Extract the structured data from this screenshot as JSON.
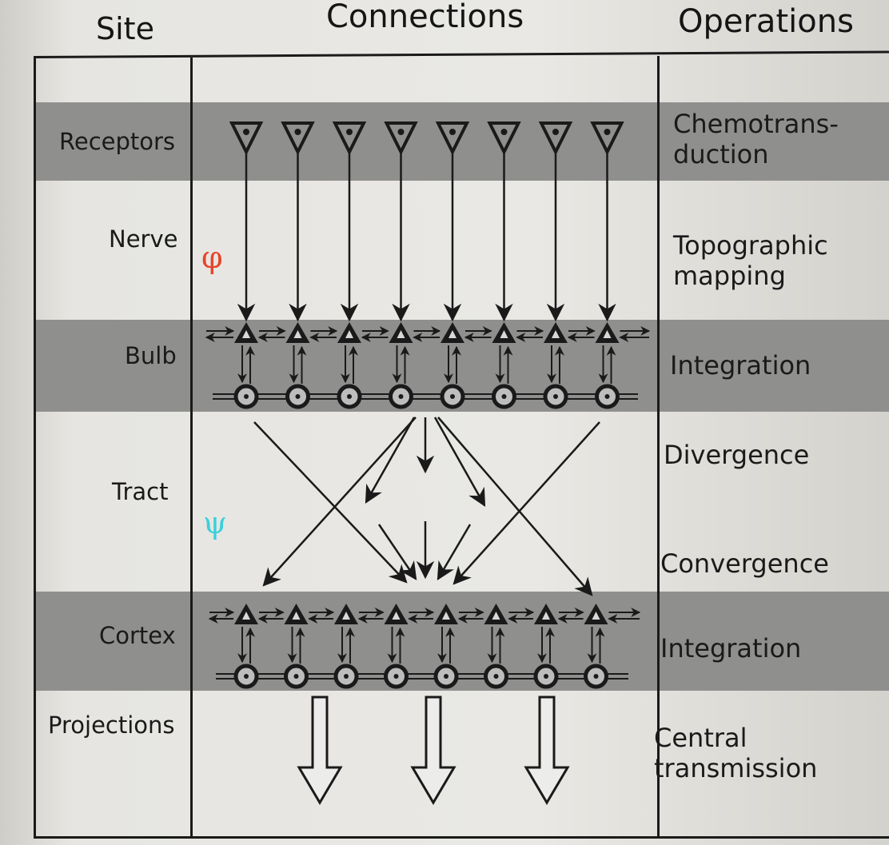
{
  "headers": {
    "site": "Site",
    "connections": "Connections",
    "operations": "Operations"
  },
  "rows": {
    "receptors": {
      "site": "Receptors",
      "operation": [
        "Chemotrans-",
        "duction"
      ]
    },
    "nerve": {
      "site": "Nerve",
      "operation": [
        "Topographic",
        "mapping"
      ]
    },
    "bulb": {
      "site": "Bulb",
      "operation": [
        "Integration"
      ]
    },
    "tract": {
      "site": "Tract",
      "operation_divergence": "Divergence",
      "operation_convergence": "Convergence"
    },
    "cortex": {
      "site": "Cortex",
      "operation": [
        "Integration"
      ]
    },
    "projections": {
      "site": "Projections",
      "operation": [
        "Central",
        "transmission"
      ]
    }
  },
  "symbols": {
    "phi": {
      "text": "φ",
      "color": "#e8442a"
    },
    "psi": {
      "text": "ψ",
      "color": "#3ad0dc"
    }
  },
  "colors": {
    "band": "#8f8f8e",
    "ink": "#1a1a1a"
  },
  "diagram": {
    "receptor_count": 8,
    "projection_arrow_count": 3
  }
}
